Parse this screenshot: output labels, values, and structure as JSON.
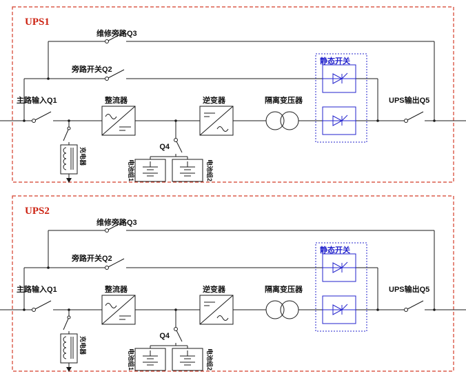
{
  "panels": [
    {
      "id": "ups1",
      "title": "UPS1"
    },
    {
      "id": "ups2",
      "title": "UPS2"
    }
  ],
  "labels": {
    "maintenance_bypass": "维修旁路Q3",
    "bypass_switch": "旁路开关Q2",
    "main_input": "主路输入Q1",
    "rectifier": "整流器",
    "inverter": "逆变器",
    "isolation_transformer": "隔离变压器",
    "static_switch": "静态开关",
    "ups_output": "UPS输出Q5",
    "battery_switch": "Q4",
    "battery_group_1": "电池组1",
    "battery_group_2": "电池组2",
    "charger": "充电器"
  },
  "colors": {
    "unit_border": "#d43c28",
    "panel_title": "#cc2211",
    "static_switch_blue": "#2222cc",
    "circuit_line": "#1a1a1a",
    "background": "#ffffff"
  }
}
